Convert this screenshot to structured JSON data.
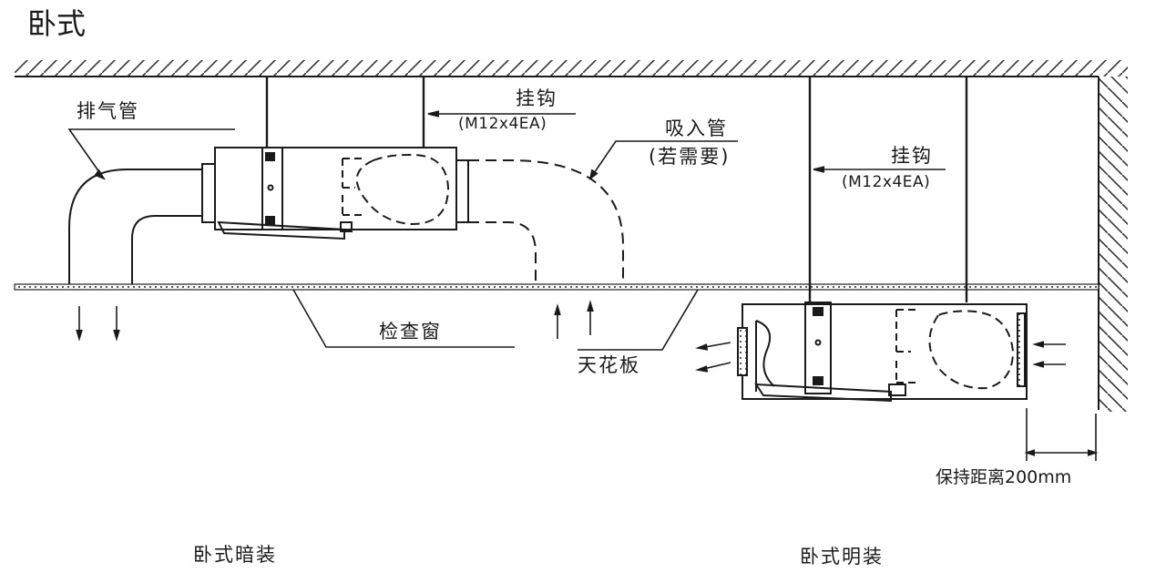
{
  "title": "卧式",
  "labels": {
    "exhaust_pipe": "排气管",
    "hook_left": "挂钩",
    "hook_left_spec": "(M12x4EA)",
    "intake_pipe": "吸入管",
    "intake_pipe_note": "(若需要)",
    "hook_right": "挂钩",
    "hook_right_spec": "(M12x4EA)",
    "inspection_window": "检查窗",
    "ceiling": "天花板",
    "clearance": "保持距离200mm"
  },
  "captions": {
    "concealed": "卧式暗装",
    "exposed": "卧式明装"
  },
  "colors": {
    "line": "#1a1a1a",
    "hatch": "#333333",
    "background": "#ffffff"
  }
}
